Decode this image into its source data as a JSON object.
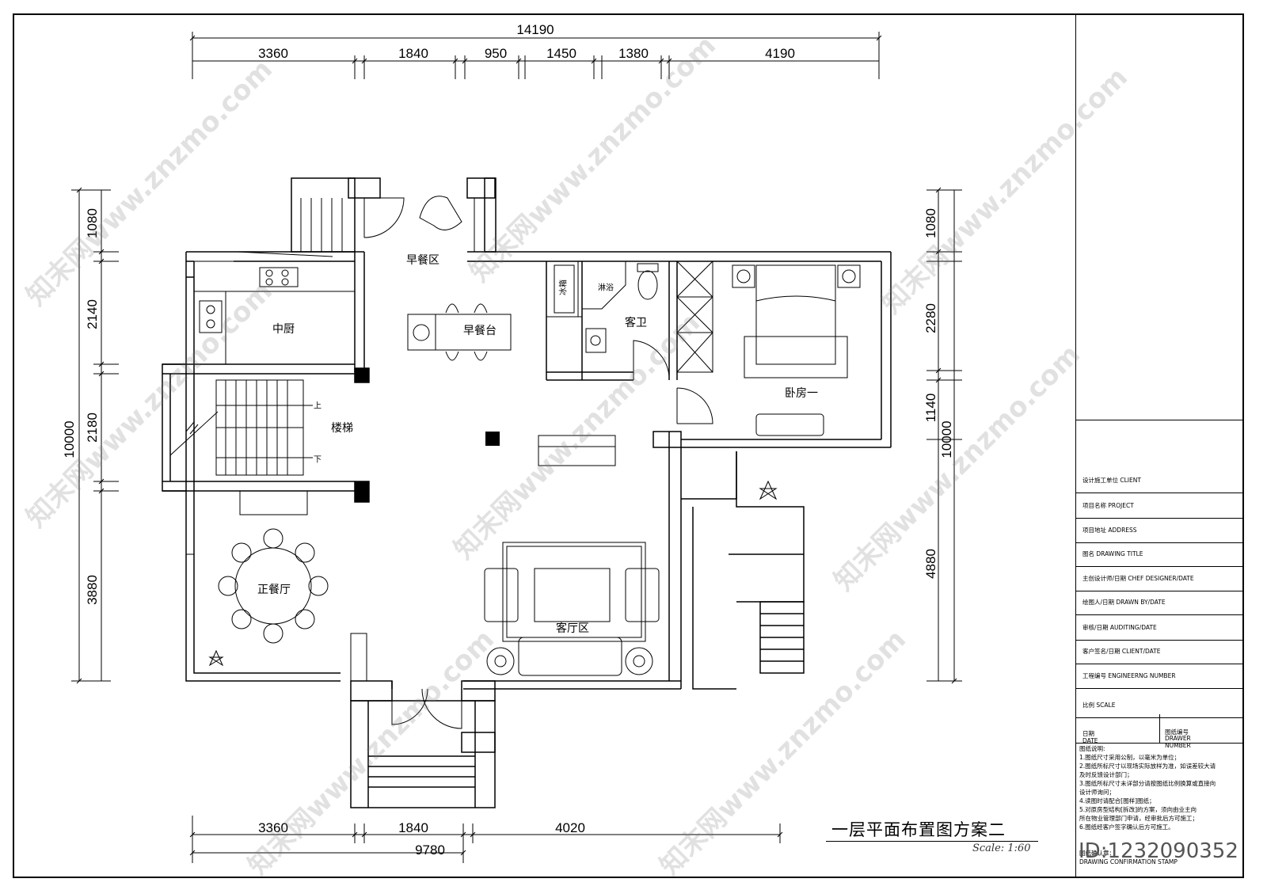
{
  "dims_top": {
    "total": "14190",
    "d1": "3360",
    "d2": "1840",
    "d3": "950",
    "d4": "1450",
    "d5": "1380",
    "d6": "4190"
  },
  "dims_bottom": {
    "d1": "3360",
    "d2": "1840",
    "d3": "4020",
    "total": "9780"
  },
  "dims_left": {
    "total": "10000",
    "d1": "1080",
    "d2": "2140",
    "d3": "2180",
    "d4": "3880"
  },
  "dims_right": {
    "total": "10000",
    "d1": "1080",
    "d2": "2280",
    "d3": "1140",
    "d4": "4880"
  },
  "rooms": {
    "breakfast_area": "早餐区",
    "kitchen": "中厨",
    "breakfast_bar": "早餐台",
    "fridge": "冰箱",
    "shower": "淋浴",
    "guest_bath": "客卫",
    "bedroom1": "卧房一",
    "stairs": "楼梯",
    "up": "上",
    "down": "下",
    "dining": "正餐厅",
    "living": "客厅区"
  },
  "plan_title": "一层平面布置图方案二",
  "scale": "Scale: 1:60",
  "titleblock": {
    "client": "设计施工单位 CLIENT",
    "project": "项目名称 PROJECT",
    "address": "项目地址 ADDRESS",
    "drawing_title": "图名 DRAWING TITLE",
    "chief_designer": "主创设计师/日期 CHEF DESIGNER/DATE",
    "drawn_by": "绘图人/日期 DRAWN BY/DATE",
    "auditing": "审核/日期 AUDITING/DATE",
    "client_date": "客户签名/日期 CLIENT/DATE",
    "eng_number": "工程编号 ENGINEERNG NUMBER",
    "scale_label": "比例 SCALE",
    "date_cn": "日期",
    "date_en": "DATE",
    "drawer_no_cn": "图纸编号",
    "drawer_no_en1": "DRAWER",
    "drawer_no_en2": "NUMBER",
    "notes_title": "图纸说明:",
    "note1": "1.图纸尺寸采用公制，以毫米为单位；",
    "note2": "2.图纸所标尺寸以现场实际放样为准，如误差较大请",
    "note2b": "及时反馈设计部门；",
    "note3": "3.图纸所标尺寸未详部分请按图纸比例换算或直接向",
    "note3b": "设计师询问；",
    "note4": "4.读图时请配合[图样]图纸；",
    "note5": "5.对原房型结构[拆改]的方案，须向由业主向",
    "note5b": "所在物业管理部门申请，经审批后方可施工；",
    "note6": "6.图纸经客户签字确认后方可施工。",
    "confirm_cn": "图纸确认章：",
    "confirm_en": "DRAWING CONFIRMATION STAMP"
  },
  "watermark_id": "ID:1232090352",
  "watermark_text": "知末网www.znzmo.com"
}
